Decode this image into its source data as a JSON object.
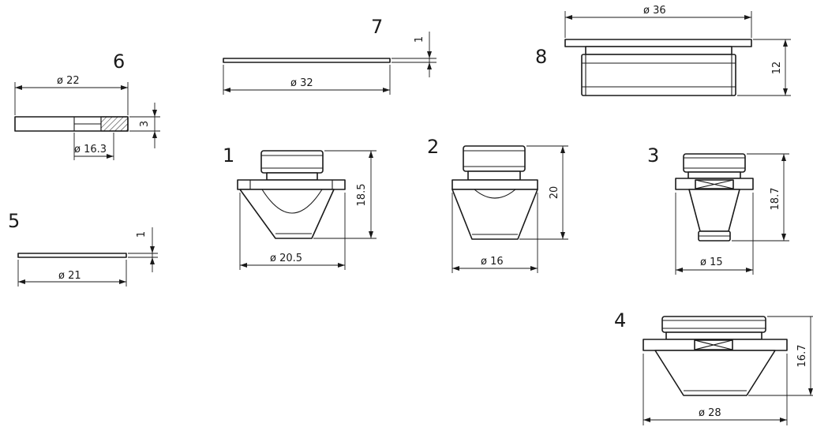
{
  "parts": [
    {
      "id": "1",
      "number": "1",
      "diameter": "ø 20.5",
      "height": "18.5"
    },
    {
      "id": "2",
      "number": "2",
      "diameter": "ø 16",
      "height": "20"
    },
    {
      "id": "3",
      "number": "3",
      "diameter": "ø 15",
      "height": "18.7"
    },
    {
      "id": "4",
      "number": "4",
      "diameter": "ø 28",
      "height": "16.7"
    },
    {
      "id": "5",
      "number": "5",
      "diameter": "ø 21",
      "thickness": "1"
    },
    {
      "id": "6",
      "number": "6",
      "outer_diameter": "ø 22",
      "inner_diameter": "ø 16.3",
      "thickness": "3"
    },
    {
      "id": "7",
      "number": "7",
      "diameter": "ø 32",
      "thickness": "1"
    },
    {
      "id": "8",
      "number": "8",
      "diameter": "ø 36",
      "height": "12"
    }
  ]
}
